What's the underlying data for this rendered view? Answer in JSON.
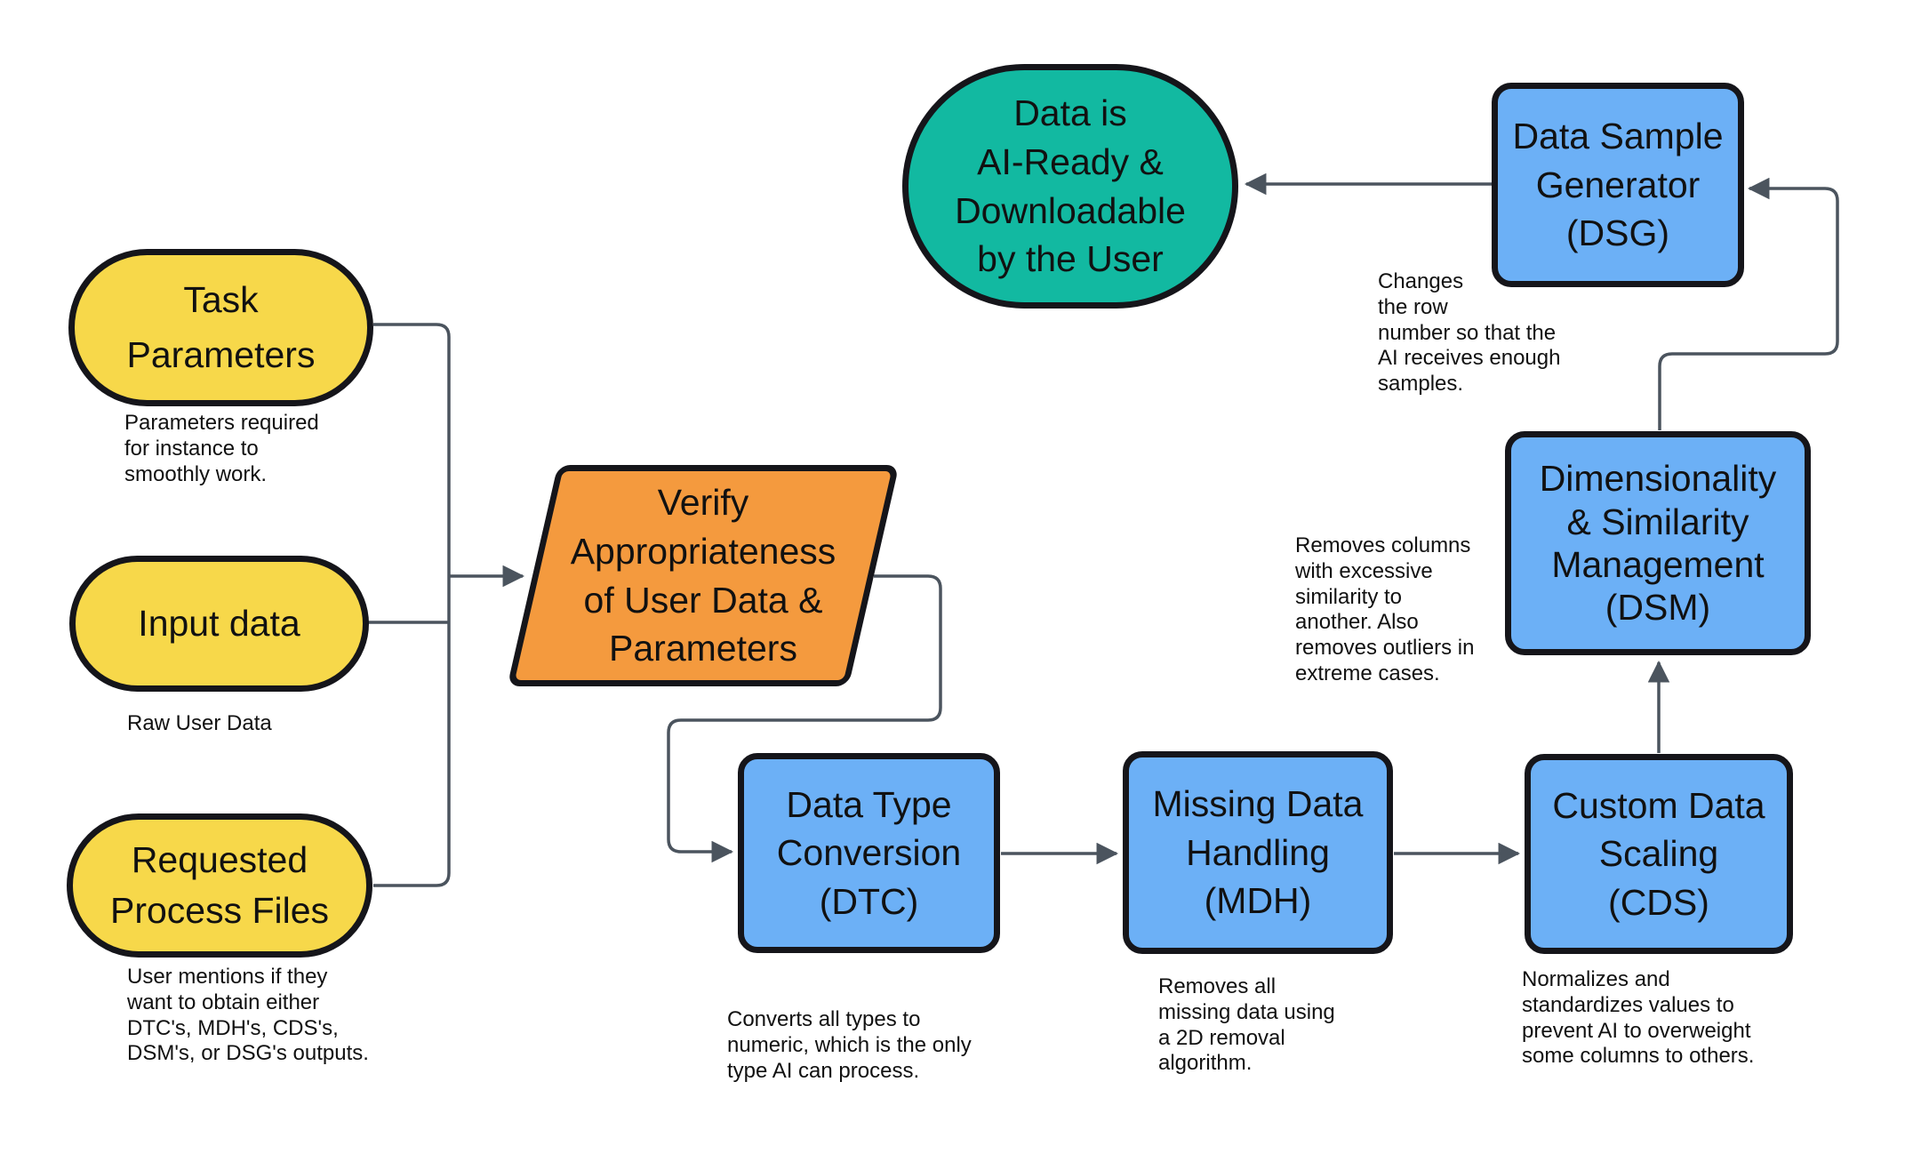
{
  "colors": {
    "input_node_fill": "#F7D84A",
    "verify_node_fill": "#F49A3E",
    "module_node_fill": "#6CB0F6",
    "terminal_node_fill": "#12B9A1",
    "node_border": "#15151A",
    "connector": "#4B545E",
    "text": "#111111",
    "background": "#FFFFFF"
  },
  "nodes": {
    "task_parameters": {
      "label": "Task\nParameters",
      "caption": "Parameters required\nfor instance to\nsmoothly work."
    },
    "input_data": {
      "label": "Input data",
      "caption": "Raw User Data"
    },
    "requested_process_files": {
      "label": "Requested\nProcess Files",
      "caption": "User mentions if they\nwant to obtain either\nDTC's, MDH's, CDS's,\nDSM's, or DSG's outputs."
    },
    "verify": {
      "label": "Verify\nAppropriateness\nof User Data &\nParameters"
    },
    "dtc": {
      "label": "Data Type\nConversion\n(DTC)",
      "caption": "Converts all types to\nnumeric, which is the only\ntype AI can process."
    },
    "mdh": {
      "label": "Missing Data\nHandling\n(MDH)",
      "caption": "Removes all\nmissing data using\na 2D removal\nalgorithm."
    },
    "cds": {
      "label": "Custom Data\nScaling\n(CDS)",
      "caption": "Normalizes and\nstandardizes values to\nprevent AI to overweight\nsome columns to others."
    },
    "dsm": {
      "label": "Dimensionality\n& Similarity\nManagement\n(DSM)",
      "caption": "Removes columns\nwith excessive\nsimilarity to\nanother. Also\nremoves outliers in\nextreme cases."
    },
    "dsg": {
      "label": "Data Sample\nGenerator\n(DSG)",
      "caption": "Changes\nthe row\nnumber so that the\nAI receives enough\nsamples."
    },
    "ai_ready": {
      "label": "Data is\nAI-Ready &\nDownloadable\nby the User"
    }
  }
}
